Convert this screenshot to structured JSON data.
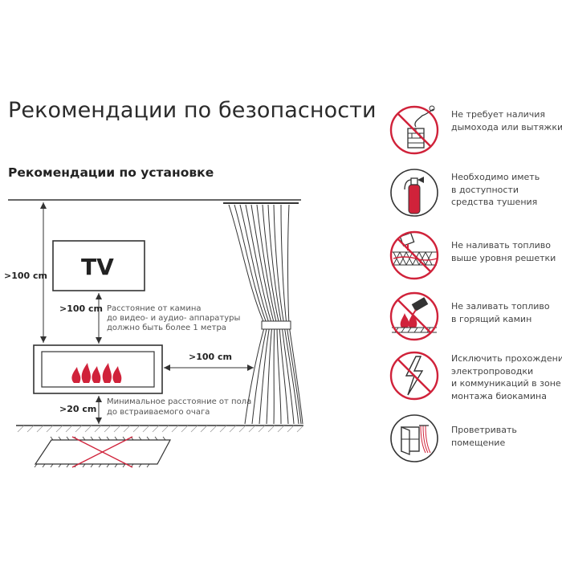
{
  "page": {
    "title": "Рекомендации по безопасности",
    "subtitle": "Рекомендации по установке"
  },
  "diagram": {
    "tv_label": "TV",
    "dim_room_height": ">100 cm",
    "dim_tv_to_fireplace": ">100 cm",
    "dim_side_to_curtain": ">100 cm",
    "dim_floor": ">20 cm",
    "note_tv": [
      "Расстояние от камина",
      "до видео- и аудио- аппаратуры",
      "должно быть более 1 метра"
    ],
    "note_floor": [
      "Минимальное расстояние от пола",
      "до встраиваемого очага"
    ]
  },
  "recommendations": [
    {
      "icon": "no-chimney-icon",
      "lines": [
        "Не требует наличия",
        "дымохода или вытяжки"
      ]
    },
    {
      "icon": "fire-extinguisher-icon",
      "lines": [
        "Необходимо иметь",
        "в доступности",
        "средства тушения"
      ]
    },
    {
      "icon": "no-overfill-icon",
      "lines": [
        "Не наливать топливо",
        "выше уровня решетки"
      ]
    },
    {
      "icon": "no-refuel-burning-icon",
      "lines": [
        "Не заливать топливо",
        "в горящий камин"
      ]
    },
    {
      "icon": "no-wiring-icon",
      "lines": [
        "Исключить прохождение",
        "электропроводки",
        "и коммуникаций в зоне",
        "монтажа биокамина"
      ]
    },
    {
      "icon": "ventilate-room-icon",
      "lines": [
        "Проветривать",
        "помещение"
      ]
    }
  ],
  "colors": {
    "accent": "#d0223a",
    "line": "#333333",
    "text": "#444444"
  }
}
